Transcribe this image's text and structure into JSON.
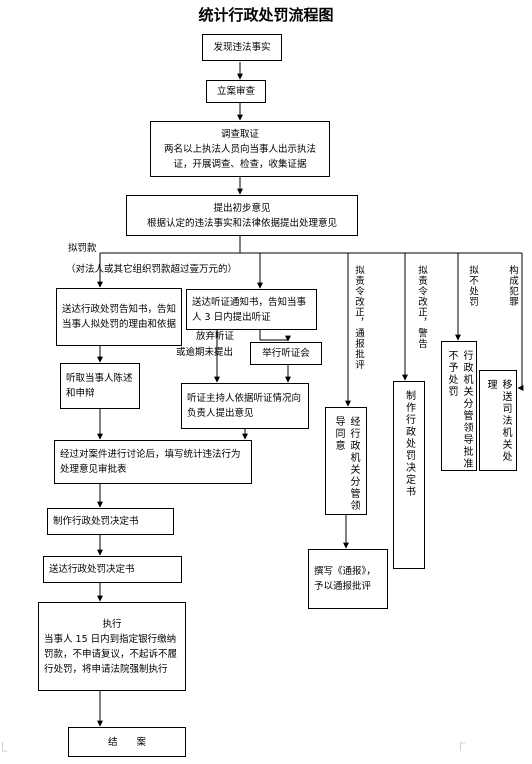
{
  "title": "统计行政处罚流程图",
  "steps": {
    "discover": "发现违法事实",
    "file_case": "立案审查",
    "investigate_title": "调查取证",
    "investigate_body": "两名以上执法人员向当事人出示执法证，开展调查、检查，收集证据",
    "initial_opinion_title": "提出初步意见",
    "initial_opinion_body": "根据认定的违法事实和法律依据提出处理意见",
    "notice_penalty": "送达行政处罚告知书，告知当事人拟处罚的理由和依据",
    "hearing_notice": "送达听证通知书，告知当事人 3 日内提出听证",
    "hear_statement": "听取当事人陈述和申辩",
    "hold_hearing": "举行听证会",
    "hearing_report": "听证主持人依据听证情况向负责人提出意见",
    "discussion": "经过对案件进行讨论后，填写统计违法行为处理意见审批表",
    "make_decision": "制作行政处罚决定书",
    "deliver_decision": "送达行政处罚决定书",
    "execute_title": "执行",
    "execute_body": "当事人 15 日内到指定银行缴纳罚款，不申请复议，不起诉不履行处罚，将申请法院强制执行",
    "close": "结　　案"
  },
  "branches": {
    "fine_label": "拟罚款",
    "fine_sub": "（对法人或其它组织罚款超过壹万元的）",
    "waive_hearing": "放弃听证",
    "overdue": "或逾期未提出",
    "order_notify_label": "拟责令改正，通报批评",
    "order_warning_label": "拟责令改正，警告",
    "no_penalty_label": "拟不处罚",
    "crime_label": "构成犯罪",
    "agency_approval": "经行政机关分管领导同意",
    "write_notice": "撰写《通报》，予以通报批评",
    "make_decision_v": "制作行政处罚决定书",
    "no_penalty_box": "行政机关分管领导批准不予处罚",
    "transfer_box": "移送司法机关处理"
  }
}
